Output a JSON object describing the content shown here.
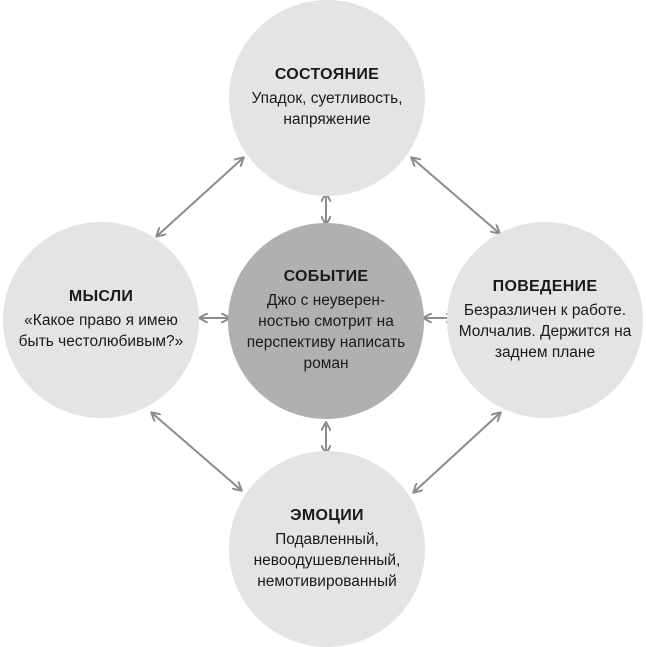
{
  "nodes": {
    "top": {
      "title": "СОСТОЯНИЕ",
      "lines": [
        "Упадок, суетливость,",
        "напряжение"
      ]
    },
    "left": {
      "title": "МЫСЛИ",
      "lines": [
        "«Какое право я имею",
        "быть честолюбивым?»"
      ]
    },
    "center": {
      "title": "СОБЫТИЕ",
      "lines": [
        "Джо с неуверен-",
        "ностью смотрит на",
        "перспективу написать",
        "роман"
      ]
    },
    "right": {
      "title": "ПОВЕДЕНИЕ",
      "lines": [
        "Безразличен к работе.",
        "Молчалив. Держится на",
        "заднем плане"
      ]
    },
    "bottom": {
      "title": "ЭМОЦИИ",
      "lines": [
        "Подавленный,",
        "невоодушевленный,",
        "немотивированный"
      ]
    }
  },
  "colors": {
    "outer_circle": "#e4e4e4",
    "center_circle": "#b0b0b0",
    "arrow": "#8c8c8c"
  }
}
